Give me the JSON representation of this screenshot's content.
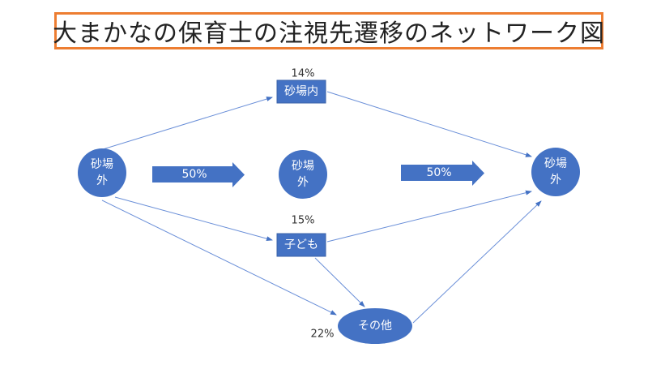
{
  "title": "大まかなの保育士の注視先遷移のネットワーク図",
  "colors": {
    "node": "#4472C4",
    "edge": "#6A8FD8",
    "title_border": "#ED7D31"
  },
  "nodes": {
    "start": {
      "line1": "砂場",
      "line2": "外"
    },
    "middle": {
      "line1": "砂場",
      "line2": "外"
    },
    "end": {
      "line1": "砂場",
      "line2": "外"
    },
    "sandbox_in": {
      "label": "砂場内",
      "percent": "14%"
    },
    "children": {
      "label": "子ども",
      "percent": "15%"
    },
    "other": {
      "label": "その他",
      "percent": "22%"
    }
  },
  "arrows": {
    "first": "50%",
    "second": "50%"
  }
}
